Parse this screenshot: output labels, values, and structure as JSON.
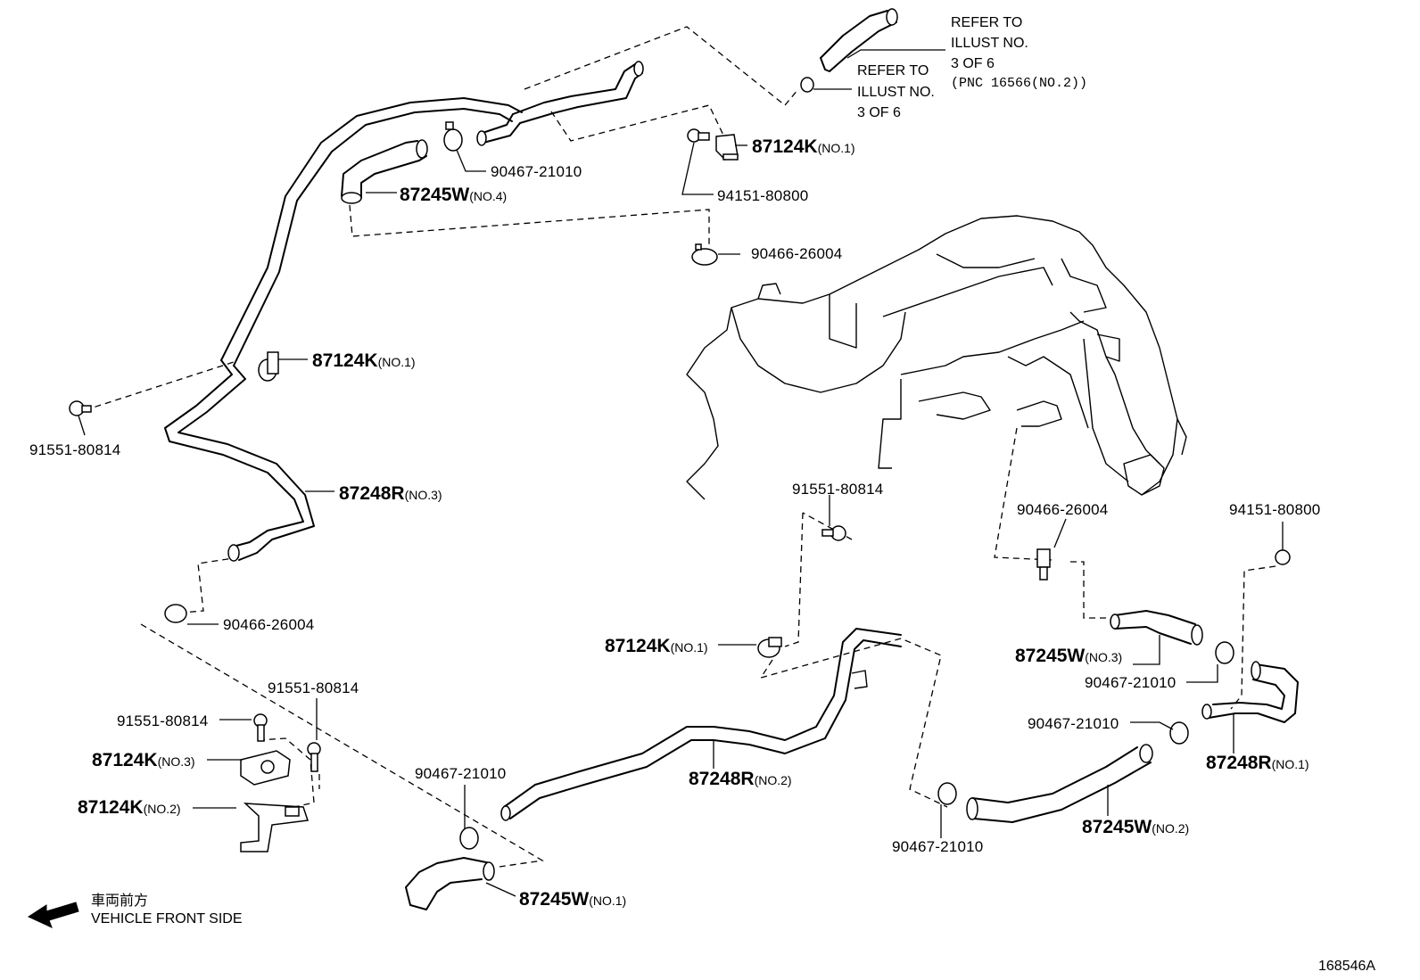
{
  "labels": {
    "refer1": [
      "REFER TO",
      "ILLUST NO.",
      "3 OF 6",
      "(PNC 16566(NO.2))"
    ],
    "refer2": [
      "REFER TO",
      "ILLUST NO.",
      "3 OF 6"
    ],
    "p_87124K_top": {
      "code": "87124K",
      "suffix": "(NO.1)"
    },
    "p_90467_21010_top": "90467-21010",
    "p_87245W_no4": {
      "code": "87245W",
      "suffix": "(NO.4)"
    },
    "p_94151_80800_top": "94151-80800",
    "p_90466_26004_top": "90466-26004",
    "p_87124K_left": {
      "code": "87124K",
      "suffix": "(NO.1)"
    },
    "p_91551_80814_left": "91551-80814",
    "p_87248R_no3": {
      "code": "87248R",
      "suffix": "(NO.3)"
    },
    "p_90466_26004_left": "90466-26004",
    "p_91551_80814_mid": "91551-80814",
    "p_90466_26004_right": "90466-26004",
    "p_94151_80800_right": "94151-80800",
    "p_87124K_mid": {
      "code": "87124K",
      "suffix": "(NO.1)"
    },
    "p_87245W_no3": {
      "code": "87245W",
      "suffix": "(NO.3)"
    },
    "p_90467_21010_r1": "90467-21010",
    "p_91551_80814_b1": "91551-80814",
    "p_91551_80814_b2": "91551-80814",
    "p_87124K_no3": {
      "code": "87124K",
      "suffix": "(NO.3)"
    },
    "p_87124K_no2": {
      "code": "87124K",
      "suffix": "(NO.2)"
    },
    "p_90467_21010_r2": "90467-21010",
    "p_87248R_no1": {
      "code": "87248R",
      "suffix": "(NO.1)"
    },
    "p_90467_21010_b": "90467-21010",
    "p_87248R_no2": {
      "code": "87248R",
      "suffix": "(NO.2)"
    },
    "p_87245W_no2": {
      "code": "87245W",
      "suffix": "(NO.2)"
    },
    "p_90467_21010_bm": "90467-21010",
    "p_87245W_no1": {
      "code": "87245W",
      "suffix": "(NO.1)"
    }
  },
  "front": {
    "jp": "車両前方",
    "en": "VEHICLE FRONT SIDE"
  },
  "illustration_id": "168546A"
}
